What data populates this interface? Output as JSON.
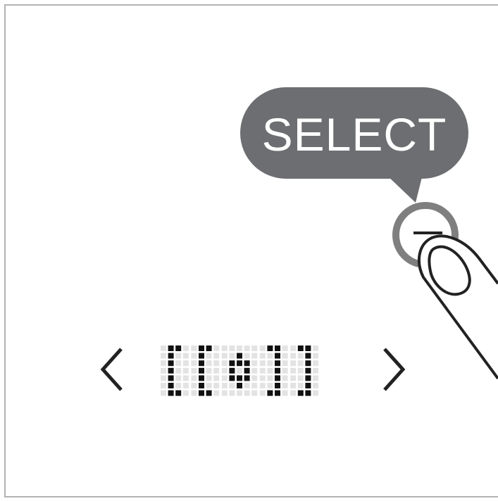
{
  "tooltip": {
    "label": "SELECT"
  },
  "icons": {
    "prev": "chevron-left-icon",
    "next": "chevron-right-icon",
    "button": "select-button-icon",
    "hand": "finger-icon"
  },
  "colors": {
    "tooltip_bg": "#6d6e71",
    "ring": "#7f7f7f",
    "frame": "#b3b3b3",
    "dot_on": "#111111",
    "dot_off": "#e3e3e3"
  },
  "display": {
    "glyphs": [
      [
        "11",
        "10",
        "10",
        "10",
        "10",
        "10",
        "11"
      ],
      [
        "11",
        "10",
        "10",
        "10",
        "10",
        "10",
        "11"
      ],
      [
        "000",
        "010",
        "111",
        "101",
        "111",
        "010",
        "000"
      ],
      [
        "11",
        "01",
        "01",
        "01",
        "01",
        "01",
        "11"
      ],
      [
        "11",
        "01",
        "01",
        "01",
        "01",
        "01",
        "11"
      ]
    ]
  }
}
